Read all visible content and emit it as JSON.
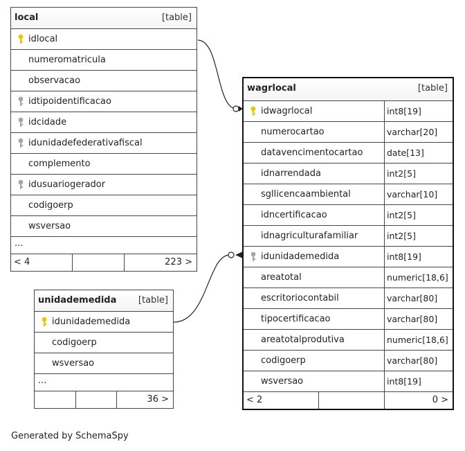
{
  "tables": {
    "local": {
      "name": "local",
      "kind": "[table]",
      "columns": [
        {
          "name": "idlocal",
          "key": "primary"
        },
        {
          "name": "numeromatricula",
          "key": ""
        },
        {
          "name": "observacao",
          "key": ""
        },
        {
          "name": "idtipoidentificacao",
          "key": "foreign"
        },
        {
          "name": "idcidade",
          "key": "foreign"
        },
        {
          "name": "idunidadefederativafiscal",
          "key": "foreign"
        },
        {
          "name": "complemento",
          "key": ""
        },
        {
          "name": "idusuariogerador",
          "key": "foreign"
        },
        {
          "name": "codigoerp",
          "key": ""
        },
        {
          "name": "wsversao",
          "key": ""
        }
      ],
      "more": "...",
      "footer": {
        "parents": "< 4",
        "children": "223 >"
      }
    },
    "unidademedida": {
      "name": "unidademedida",
      "kind": "[table]",
      "columns": [
        {
          "name": "idunidademedida",
          "key": "primary"
        },
        {
          "name": "codigoerp",
          "key": ""
        },
        {
          "name": "wsversao",
          "key": ""
        }
      ],
      "more": "...",
      "footer": {
        "parents": "",
        "children": "36 >"
      }
    },
    "wagrlocal": {
      "name": "wagrlocal",
      "kind": "[table]",
      "columns": [
        {
          "name": "idwagrlocal",
          "type": "int8[19]",
          "key": "primary"
        },
        {
          "name": "numerocartao",
          "type": "varchar[20]",
          "key": ""
        },
        {
          "name": "datavencimentocartao",
          "type": "date[13]",
          "key": ""
        },
        {
          "name": "idnarrendada",
          "type": "int2[5]",
          "key": ""
        },
        {
          "name": "sgllicencaambiental",
          "type": "varchar[10]",
          "key": ""
        },
        {
          "name": "idncertificacao",
          "type": "int2[5]",
          "key": ""
        },
        {
          "name": "idnagriculturafamiliar",
          "type": "int2[5]",
          "key": ""
        },
        {
          "name": "idunidademedida",
          "type": "int8[19]",
          "key": "foreign"
        },
        {
          "name": "areatotal",
          "type": "numeric[18,6]",
          "key": ""
        },
        {
          "name": "escritoriocontabil",
          "type": "varchar[80]",
          "key": ""
        },
        {
          "name": "tipocertificacao",
          "type": "varchar[80]",
          "key": ""
        },
        {
          "name": "areatotalprodutiva",
          "type": "numeric[18,6]",
          "key": ""
        },
        {
          "name": "codigoerp",
          "type": "varchar[80]",
          "key": ""
        },
        {
          "name": "wsversao",
          "type": "int8[19]",
          "key": ""
        }
      ],
      "footer": {
        "parents": "< 2",
        "children": "0 >"
      }
    }
  },
  "colors": {
    "primary_key": "#e3c800",
    "foreign_key": "#a6a6a6",
    "border": "#444444"
  },
  "icons": {
    "primary": "key-icon",
    "foreign": "foreign-key-icon"
  },
  "generated_by": "Generated by SchemaSpy"
}
